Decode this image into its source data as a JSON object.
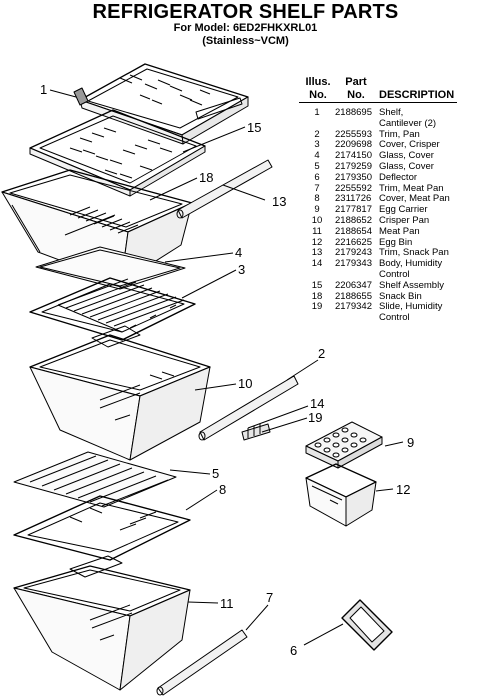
{
  "header": {
    "title": "REFRIGERATOR SHELF PARTS",
    "model_line": "For Model: 6ED2FHKXRL01",
    "variant_line": "(Stainless~VCM)"
  },
  "table": {
    "col_illus": "Illus.\nNo.",
    "col_part": "Part\nNo.",
    "col_desc": "DESCRIPTION",
    "rows": [
      {
        "illus": "1",
        "part": "2188695",
        "desc": "Shelf,\nCantilever (2)"
      },
      {
        "illus": "2",
        "part": "2255593",
        "desc": "Trim, Pan"
      },
      {
        "illus": "3",
        "part": "2209698",
        "desc": "Cover, Crisper"
      },
      {
        "illus": "4",
        "part": "2174150",
        "desc": "Glass, Cover"
      },
      {
        "illus": "5",
        "part": "2179259",
        "desc": "Glass, Cover"
      },
      {
        "illus": "6",
        "part": "2179350",
        "desc": "Deflector"
      },
      {
        "illus": "7",
        "part": "2255592",
        "desc": "Trim, Meat Pan"
      },
      {
        "illus": "8",
        "part": "2311726",
        "desc": "Cover, Meat Pan"
      },
      {
        "illus": "9",
        "part": "2177817",
        "desc": "Egg Carrier"
      },
      {
        "illus": "10",
        "part": "2188652",
        "desc": "Crisper Pan"
      },
      {
        "illus": "11",
        "part": "2188654",
        "desc": "Meat Pan"
      },
      {
        "illus": "12",
        "part": "2216625",
        "desc": "Egg Bin"
      },
      {
        "illus": "13",
        "part": "2179243",
        "desc": "Trim, Snack Pan"
      },
      {
        "illus": "14",
        "part": "2179343",
        "desc": "Body, Humidity\nControl"
      },
      {
        "illus": "15",
        "part": "2206347",
        "desc": "Shelf Assembly"
      },
      {
        "illus": "18",
        "part": "2188655",
        "desc": "Snack Bin"
      },
      {
        "illus": "19",
        "part": "2179342",
        "desc": "Slide, Humidity\nControl"
      }
    ]
  },
  "callouts": [
    "1",
    "15",
    "18",
    "13",
    "4",
    "3",
    "2",
    "10",
    "14",
    "19",
    "9",
    "12",
    "5",
    "8",
    "11",
    "7",
    "6"
  ]
}
